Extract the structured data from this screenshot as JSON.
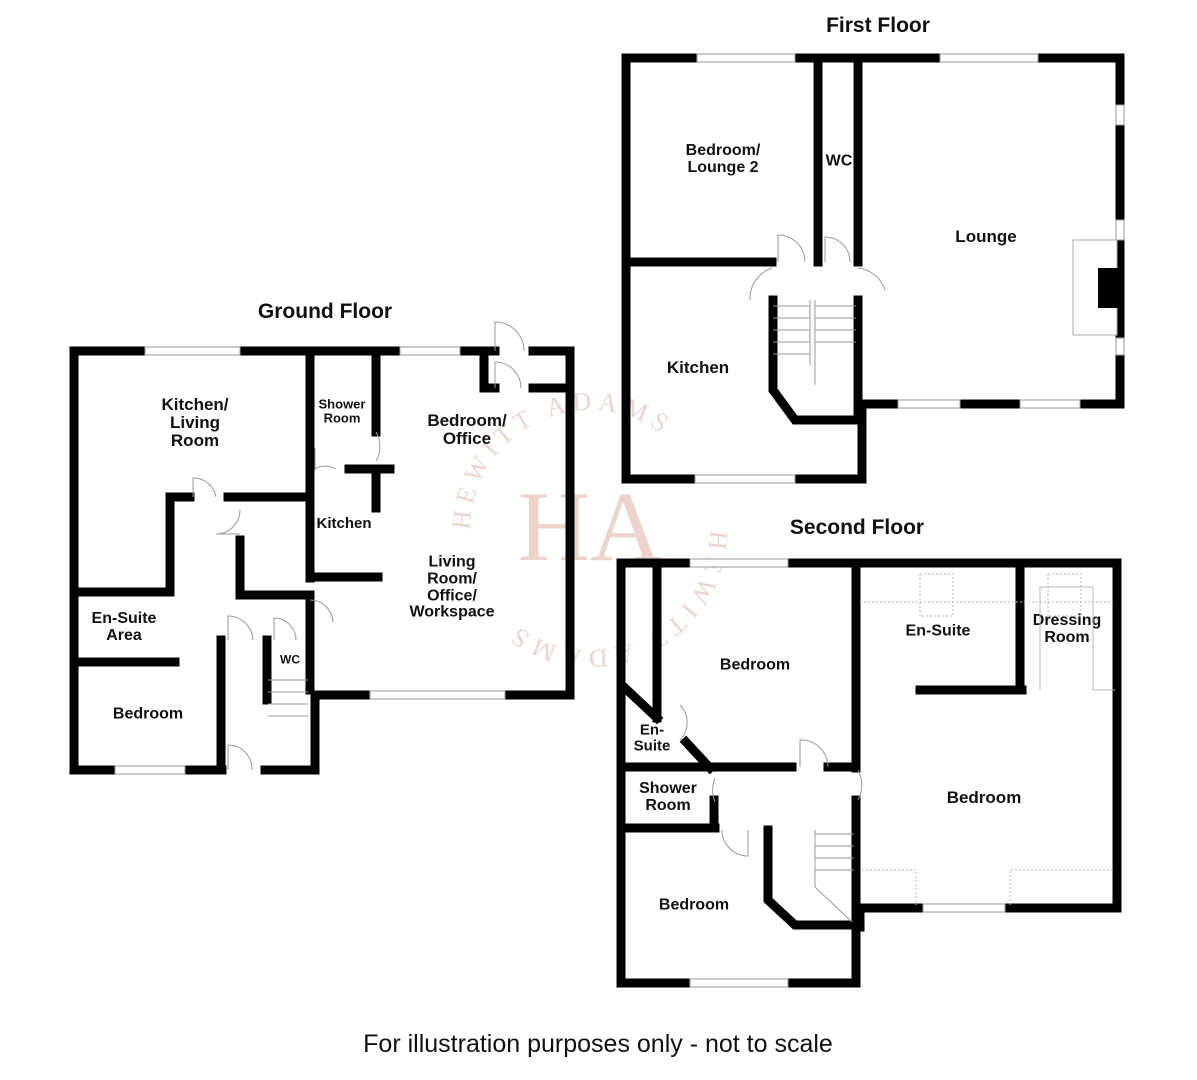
{
  "floors": {
    "ground": {
      "title": "Ground Floor",
      "rooms": {
        "kitchen_living": "Kitchen/\nLiving\nRoom",
        "shower_room": "Shower\nRoom",
        "bedroom_office": "Bedroom/\nOffice",
        "kitchen": "Kitchen",
        "living_office": "Living\nRoom/\nOffice/\nWorkspace",
        "en_suite_area": "En-Suite\nArea",
        "wc": "WC",
        "bedroom": "Bedroom"
      }
    },
    "first": {
      "title": "First Floor",
      "rooms": {
        "bedroom_lounge2": "Bedroom/\nLounge 2",
        "wc": "WC",
        "lounge": "Lounge",
        "kitchen": "Kitchen"
      }
    },
    "second": {
      "title": "Second Floor",
      "rooms": {
        "bedroom_top_left": "Bedroom",
        "en_suite_left": "En-\nSuite",
        "en_suite_right": "En-Suite",
        "dressing_room": "Dressing\nRoom",
        "shower_room": "Shower\nRoom",
        "bedroom_main": "Bedroom",
        "bedroom_bottom_left": "Bedroom"
      }
    }
  },
  "watermark": {
    "monogram": "HA",
    "ring_text": "HEWITT ADAMS",
    "color": "#e8cfc9"
  },
  "footer": "For illustration purposes only - not to scale",
  "colors": {
    "wall": "#000000",
    "window": "#bdbdbd",
    "door": "#9a9a9a",
    "background": "#ffffff"
  }
}
